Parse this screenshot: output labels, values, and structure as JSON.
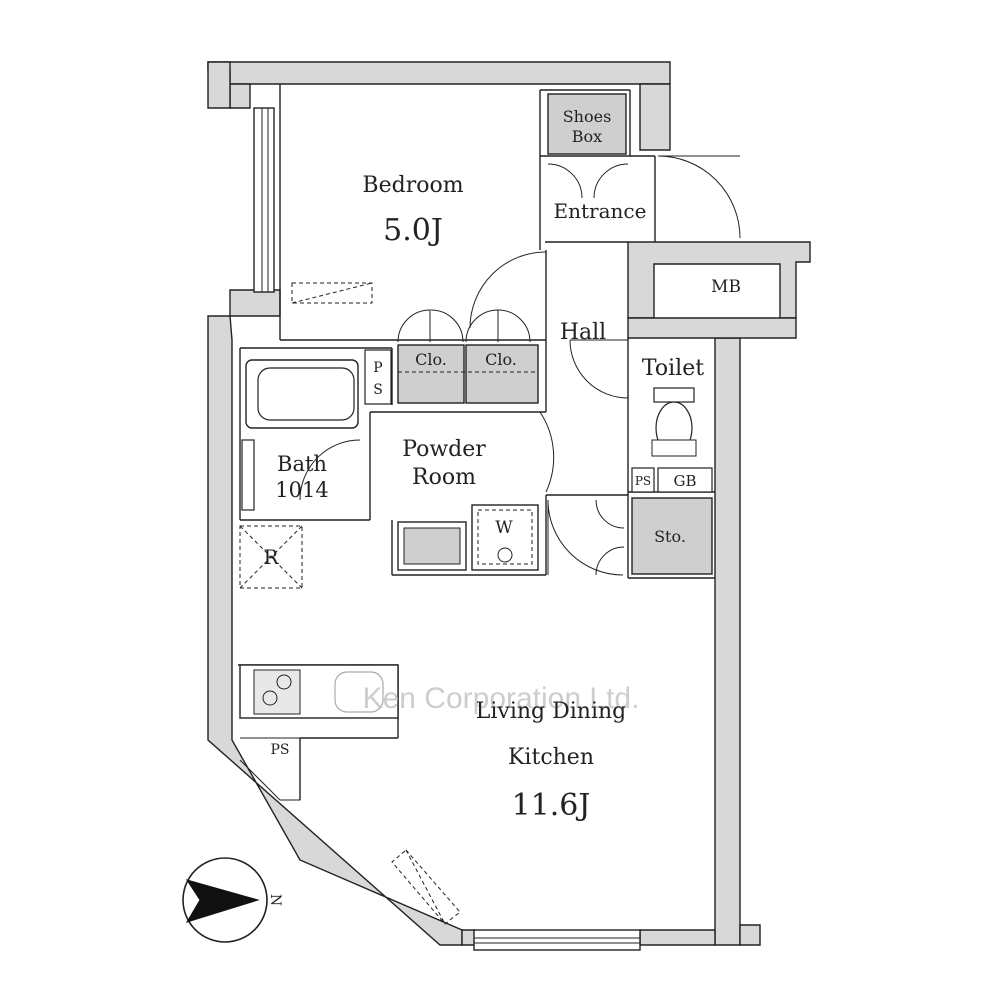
{
  "rooms": {
    "bedroom": {
      "name": "Bedroom",
      "size": "5.0J"
    },
    "entrance": {
      "name": "Entrance"
    },
    "shoes_box": {
      "line1": "Shoes",
      "line2": "Box"
    },
    "mb": {
      "name": "MB"
    },
    "hall": {
      "name": "Hall"
    },
    "toilet": {
      "name": "Toilet"
    },
    "closet_1": {
      "name": "Clo."
    },
    "closet_2": {
      "name": "Clo."
    },
    "ps_bath": {
      "line1": "P",
      "line2": "S"
    },
    "powder_room": {
      "line1": "Powder",
      "line2": "Room"
    },
    "bath": {
      "name": "Bath",
      "size": "1014"
    },
    "ps_toilet": {
      "name": "PS"
    },
    "gb": {
      "name": "GB"
    },
    "storage": {
      "name": "Sto."
    },
    "washer": {
      "name": "W"
    },
    "refrigerator": {
      "name": "R"
    },
    "ps_kitchen": {
      "name": "PS"
    },
    "ldk": {
      "line1": "Living Dining",
      "line2": "Kitchen",
      "size": "11.6J"
    }
  },
  "compass": {
    "north_label": "N"
  },
  "watermark": "Ken Corporation Ltd."
}
